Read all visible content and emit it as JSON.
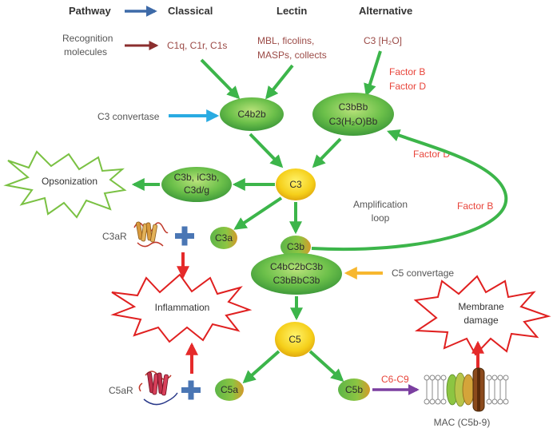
{
  "header": {
    "pathway": "Pathway",
    "classical": "Classical",
    "lectin": "Lectin",
    "alternative": "Alternative"
  },
  "recognition": {
    "label_line1": "Recognition",
    "label_line2": "molecules",
    "classical": "C1q, C1r, C1s",
    "lectin_line1": "MBL, ficolins,",
    "lectin_line2": "MASPs, collects",
    "alternative": "C3 [H₂O]"
  },
  "factors": {
    "factor_b_top": "Factor B",
    "factor_d_top": "Factor D",
    "factor_d_right": "Factor D",
    "factor_b_right": "Factor B"
  },
  "labels": {
    "c3_convertase": "C3 convertase",
    "amplification_line1": "Amplification",
    "amplification_line2": "loop",
    "c5_convertage": "C5 convertage",
    "c3ar": "C3aR",
    "c5ar": "C5aR",
    "c6_c9": "C6-C9",
    "mac": "MAC (C5b-9)"
  },
  "nodes": {
    "c4b2b": "C4b2b",
    "c3bbb_line1": "C3bBb",
    "c3bbb_line2": "C3(H₂O)Bb",
    "c3": "C3",
    "opson_node_line1": "C3b, iC3b,",
    "opson_node_line2": "C3d/g",
    "c3a": "C3a",
    "c3b": "C3b",
    "c5conv_line1": "C4bC2bC3b",
    "c5conv_line2": "C3bBbC3b",
    "c5": "C5",
    "c5a": "C5a",
    "c5b": "C5b"
  },
  "outcomes": {
    "opsonization": "Opsonization",
    "inflammation": "Inflammation",
    "membrane_line1": "Membrane",
    "membrane_line2": "damage"
  },
  "colors": {
    "green_arrow": "#3cb54a",
    "blue_arrow": "#29abe2",
    "header_arrow": "#3d6aa8",
    "recognition_arrow": "#8b2e2e",
    "orange_arrow": "#f7b72f",
    "red_arrow": "#e52a2a",
    "purple_arrow": "#7b3fa0",
    "starburst_red": "#e02020",
    "starburst_green": "#7ac143",
    "plus_blue": "#4a76b4"
  }
}
